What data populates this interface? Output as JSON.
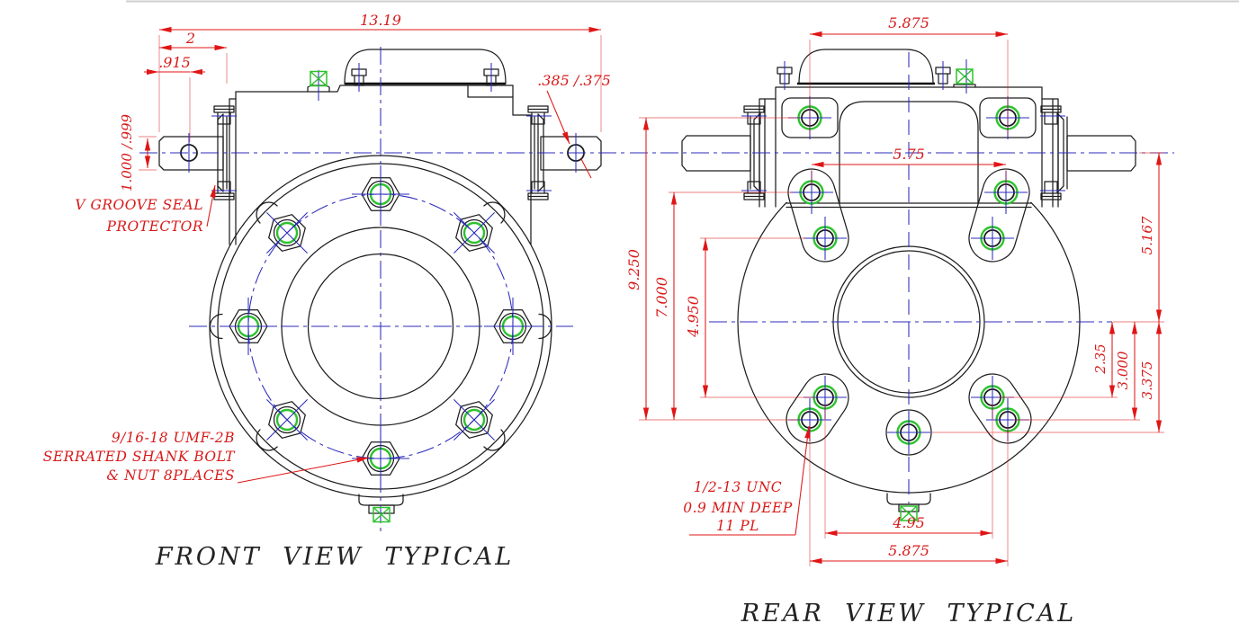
{
  "colors": {
    "dimension": "#e01515",
    "centerline": "#2b2bbc",
    "hardware_accent": "#2ec22e",
    "linework": "#1d1d1d",
    "background": "#ffffff"
  },
  "front_view": {
    "title": "FRONT VIEW TYPICAL",
    "dims": {
      "overall_width": "13.19",
      "shaft_extension": "2",
      "cross_hole_offset": ".915",
      "shaft_diameter": "1.000 /.999",
      "cross_hole_diameter": ".385 /.375"
    },
    "seal_note": {
      "line1": "V GROOVE SEAL",
      "line2": "PROTECTOR"
    },
    "bolt_note": {
      "line1": "9/16-18 UMF-2B",
      "line2": "SERRATED SHANK BOLT",
      "line3": "& NUT 8PLACES"
    }
  },
  "rear_view": {
    "title": "REAR VIEW TYPICAL",
    "dims": {
      "top_hole_spacing": "5.875",
      "upper_boss_hole_spacing": "5.75",
      "overall_hole_height": "9.250",
      "boss_hole_height": "7.000",
      "inner_hole_height": "4.950",
      "shaft_to_center_height": "5.167",
      "center_to_lower_hole": "2.35",
      "center_to_outer_hole": "3.000",
      "center_to_bottom_hole": "3.375",
      "lower_inner_spacing": "4.95",
      "lower_outer_spacing": "5.875"
    },
    "tap_note": {
      "line1": "1/2-13 UNC",
      "line2": "0.9 MIN DEEP",
      "line3": "11 PL"
    }
  }
}
